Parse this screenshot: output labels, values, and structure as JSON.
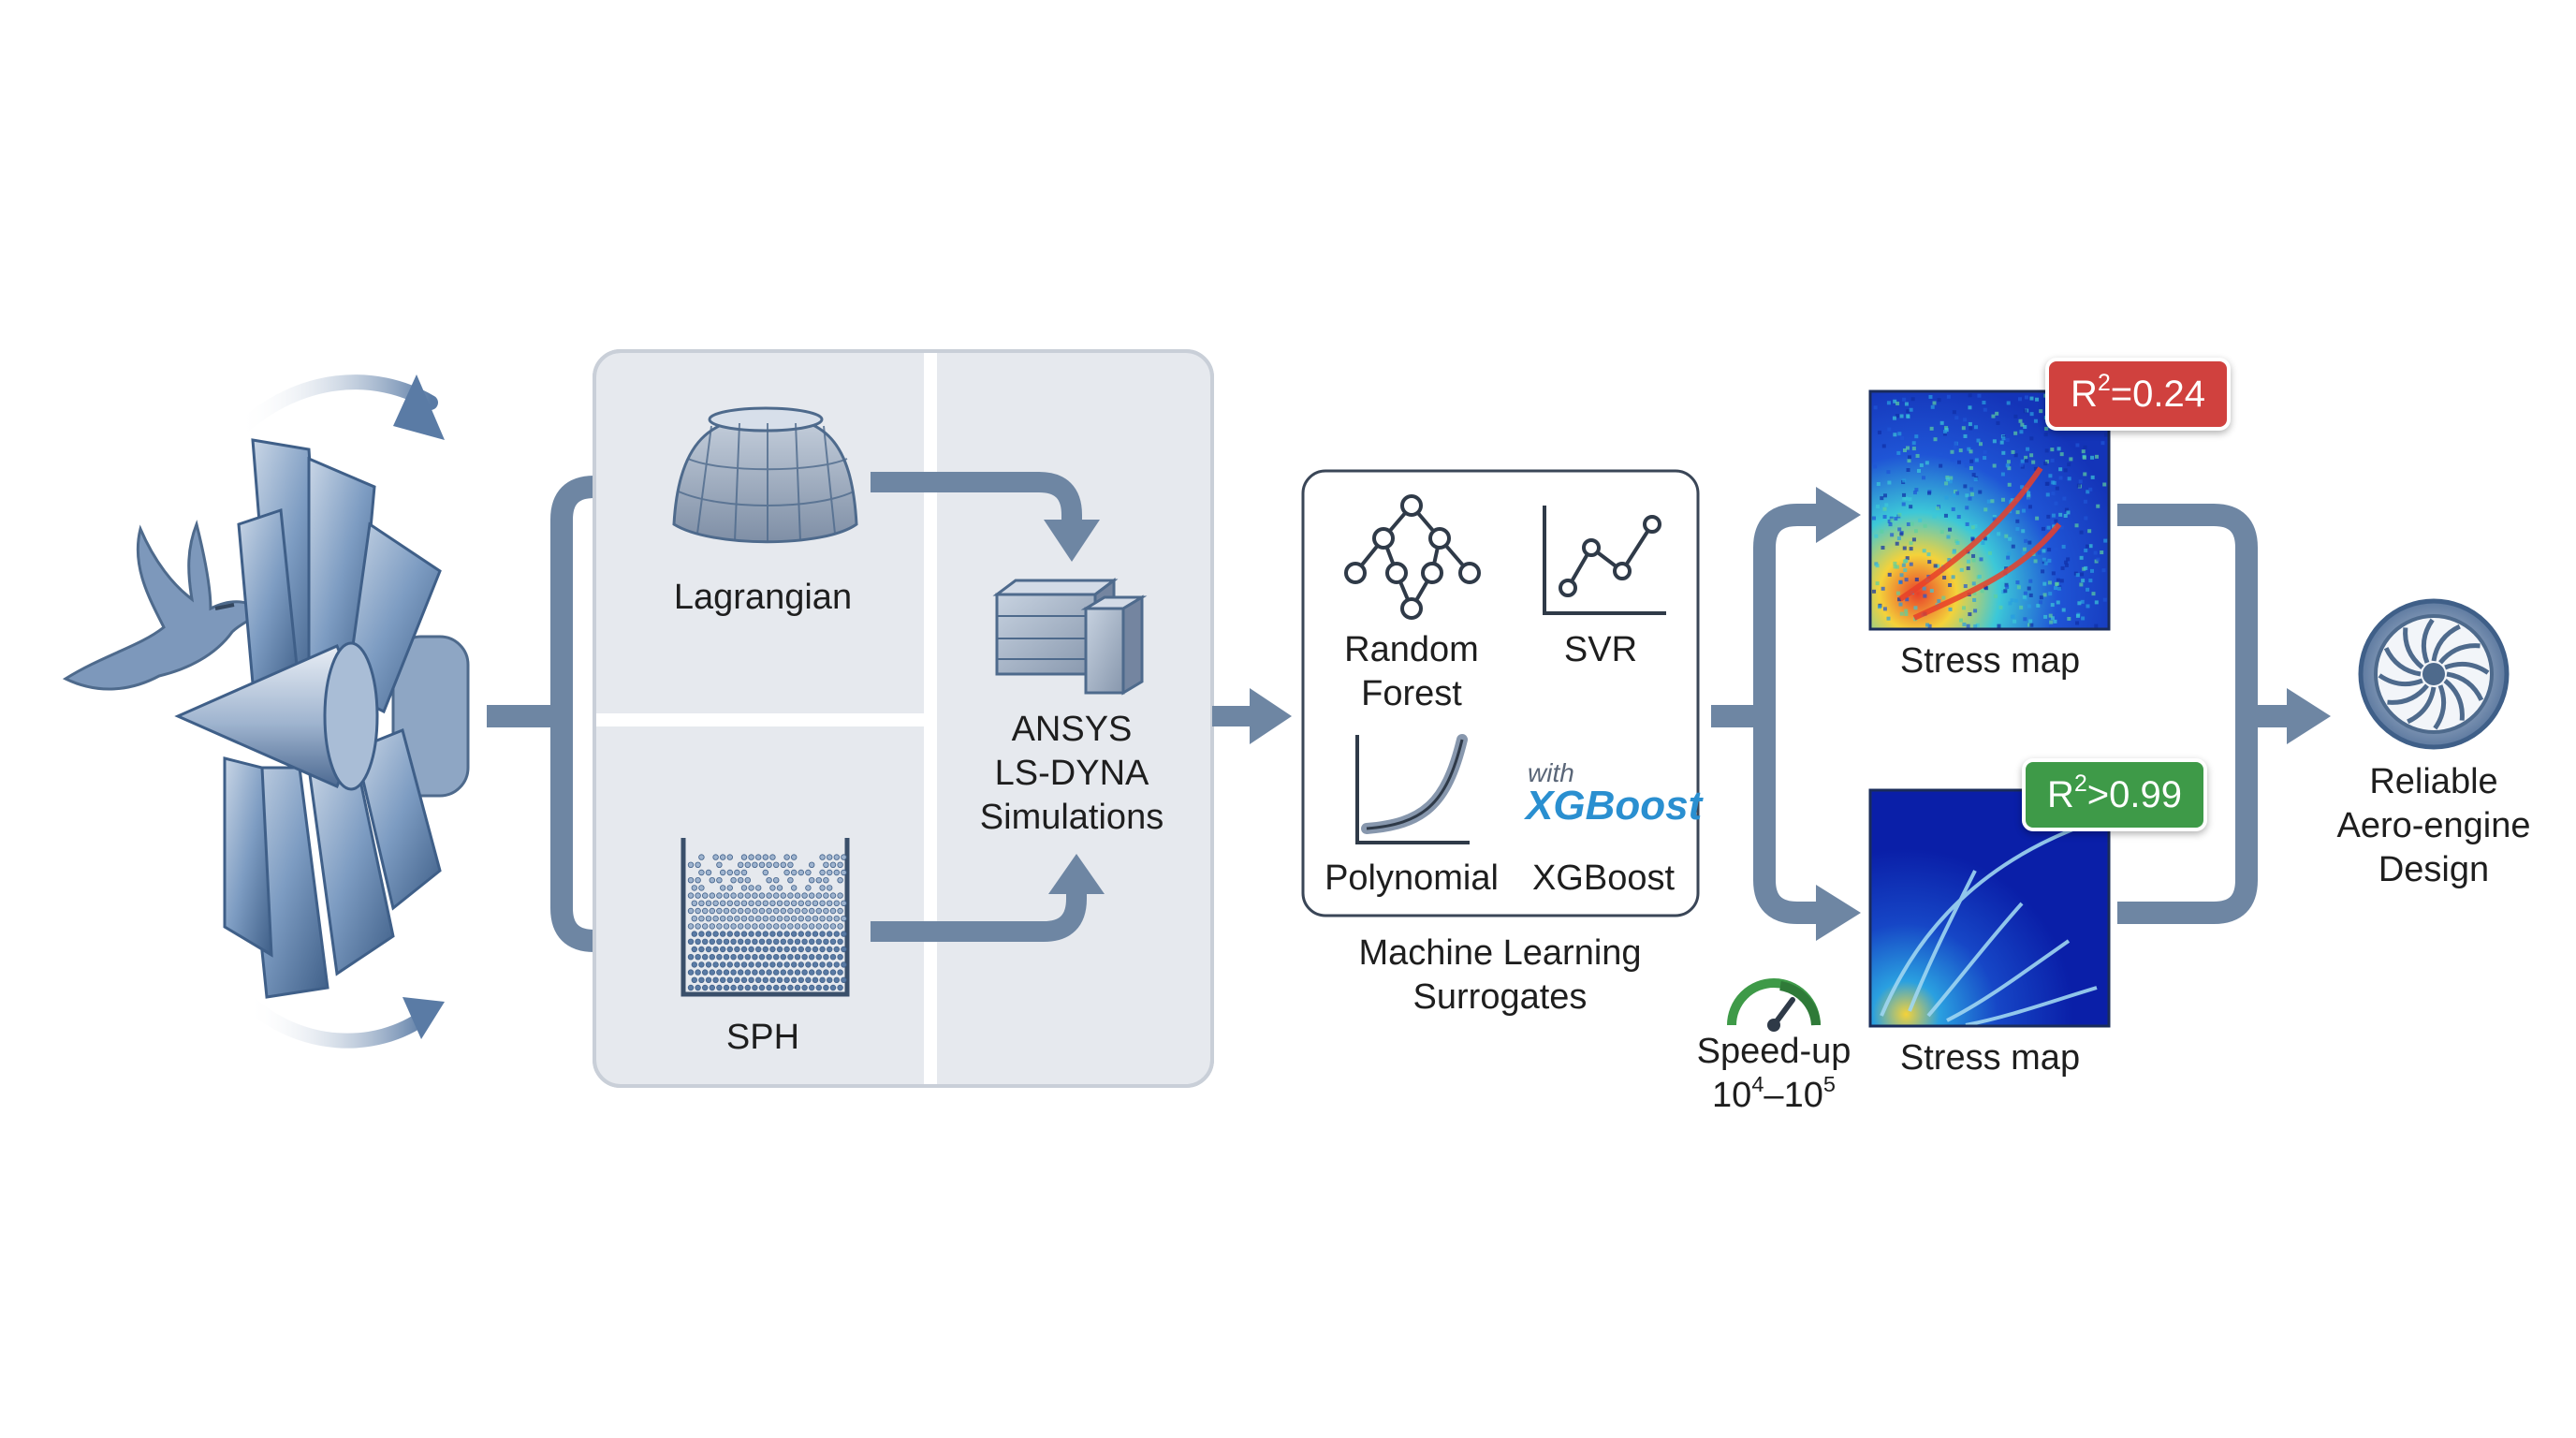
{
  "colors": {
    "arrow": "#6e86a3",
    "arrow_dark": "#4e6a8c",
    "panel_bg": "#e6e9ee",
    "panel_border": "#c9cfd8",
    "blade": "#6d8fb8",
    "badge_low": "#d0413e",
    "badge_high": "#3e9a48",
    "map_low": "#0a1fa8",
    "map_high": "#e8402a",
    "xgboost": "#2a8fd0"
  },
  "methods": {
    "lagrangian": "Lagrangian",
    "sph": "SPH"
  },
  "simulation": {
    "line1": "ANSYS",
    "line2": "LS-DYNA",
    "line3": "Simulations"
  },
  "models": {
    "random_forest_line1": "Random",
    "random_forest_line2": "Forest",
    "svr": "SVR",
    "polynomial": "Polynomial",
    "xgboost": "XGBoost",
    "xgboost_logo_small": "with",
    "xgboost_logo_big": "XGBoost",
    "caption_line1": "Machine Learning",
    "caption_line2": "Surrogates"
  },
  "results": {
    "top_label": "Stress map",
    "top_badge_base": "R",
    "top_badge_sup": "2",
    "top_badge_value": "=0.24",
    "top_r2": 0.24,
    "bottom_label": "Stress map",
    "bottom_badge_base": "R",
    "bottom_badge_sup": "2",
    "bottom_badge_value": ">0.99",
    "bottom_r2": 0.99,
    "speedup_label": "Speed-up",
    "speedup_lo_base": "10",
    "speedup_lo_exp": "4",
    "speedup_dash": "–",
    "speedup_hi_base": "10",
    "speedup_hi_exp": "5"
  },
  "outcome": {
    "line1": "Reliable",
    "line2": "Aero-engine",
    "line3": "Design"
  }
}
